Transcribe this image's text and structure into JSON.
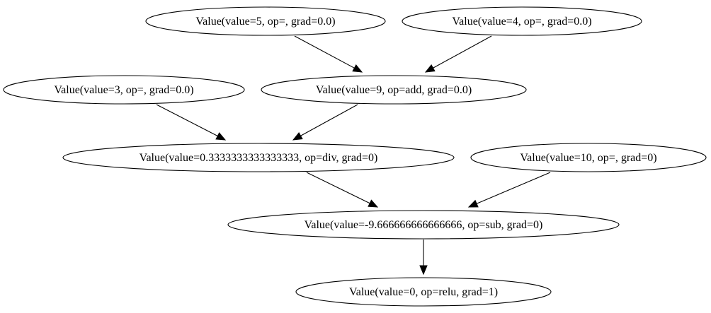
{
  "graph": {
    "nodes": [
      {
        "id": "n_val5",
        "label": "Value(value=5, op=, grad=0.0)"
      },
      {
        "id": "n_val4",
        "label": "Value(value=4, op=, grad=0.0)"
      },
      {
        "id": "n_val3",
        "label": "Value(value=3, op=, grad=0.0)"
      },
      {
        "id": "n_add",
        "label": "Value(value=9, op=add, grad=0.0)"
      },
      {
        "id": "n_div",
        "label": "Value(value=0.3333333333333333, op=div, grad=0)"
      },
      {
        "id": "n_val10",
        "label": "Value(value=10, op=, grad=0)"
      },
      {
        "id": "n_sub",
        "label": "Value(value=-9.666666666666666, op=sub, grad=0)"
      },
      {
        "id": "n_relu",
        "label": "Value(value=0, op=relu, grad=1)"
      }
    ],
    "edges": [
      {
        "from": "n_val5",
        "to": "n_add"
      },
      {
        "from": "n_val4",
        "to": "n_add"
      },
      {
        "from": "n_val3",
        "to": "n_div"
      },
      {
        "from": "n_add",
        "to": "n_div"
      },
      {
        "from": "n_div",
        "to": "n_sub"
      },
      {
        "from": "n_val10",
        "to": "n_sub"
      },
      {
        "from": "n_sub",
        "to": "n_relu"
      }
    ]
  }
}
